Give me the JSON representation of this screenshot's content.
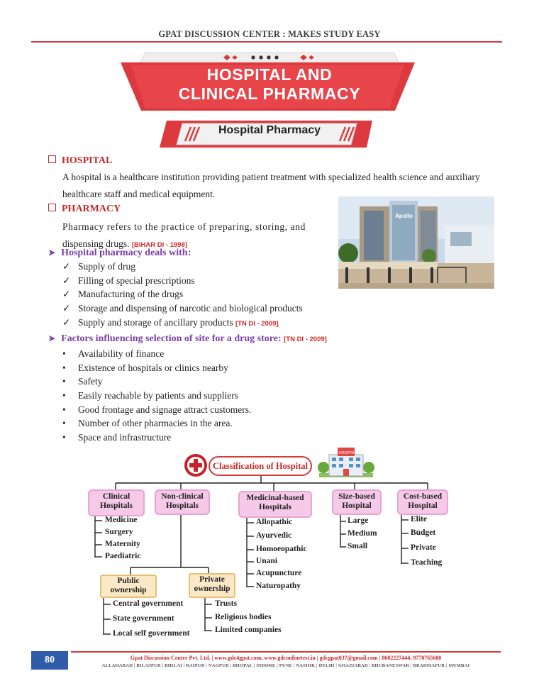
{
  "header": {
    "title": "GPAT DISCUSSION CENTER : MAKES STUDY EASY"
  },
  "banner": {
    "line1": "HOSPITAL AND",
    "line2": "CLINICAL PHARMACY",
    "subtitle": "Hospital Pharmacy"
  },
  "colors": {
    "accent_red": "#d33b3b",
    "purple": "#7b3fa6",
    "pink_box": "#f6c9e8",
    "cream_box": "#fbe8c7",
    "page_badge": "#2e5ca8"
  },
  "hospital": {
    "heading": "HOSPITAL",
    "text_line1": "A hospital is a healthcare institution providing patient treatment with specialized health science and auxiliary",
    "text_line2": "healthcare staff and medical equipment."
  },
  "pharmacy": {
    "heading": "PHARMACY",
    "text_line1": "Pharmacy refers to the practice of preparing, storing, and",
    "text_line2": "dispensing drugs.",
    "ref": "[BIHAR DI - 1998]"
  },
  "deals": {
    "heading": "Hospital pharmacy deals with:",
    "items": [
      "Supply of drug",
      "Filling of special prescriptions",
      "Manufacturing of the drugs",
      "Storage and dispensing of narcotic and biological products",
      "Supply and storage of ancillary products"
    ],
    "last_ref": "[TN DI - 2009]"
  },
  "factors": {
    "heading": "Factors influencing selection of site for a drug store:",
    "ref": "[TN DI - 2009]",
    "items": [
      "Availability of finance",
      "Existence of hospitals or clinics nearby",
      "Safety",
      "Easily reachable by patients and suppliers",
      "Good frontage and signage attract customers.",
      "Number of other pharmacies in the area.",
      "Space and infrastructure"
    ]
  },
  "building_sign": "Apollo",
  "tree": {
    "root": "Classification of Hospital",
    "hospital_sign": "HOSPITAL",
    "clinical": {
      "label": "Clinical Hospitals",
      "items": [
        "Medicine",
        "Surgery",
        "Maternity",
        "Paediatric"
      ]
    },
    "nonclinical": {
      "label": "Non-clinical Hospitals"
    },
    "medicinal": {
      "label": "Medicinal-based Hospitals",
      "items": [
        "Allopathic",
        "Ayurvedic",
        "Homoeopathic",
        "Unani",
        "Acupuncture",
        "Naturopathy"
      ]
    },
    "size": {
      "label": "Size-based Hospital",
      "items": [
        "Large",
        "Medium",
        "Small"
      ]
    },
    "cost": {
      "label": "Cost-based Hospital",
      "items": [
        "Elite",
        "Budget",
        "Private",
        "Teaching"
      ]
    },
    "public": {
      "label": "Public ownership",
      "items": [
        "Central government",
        "State government",
        "Local self government"
      ]
    },
    "private": {
      "label": "Private ownership",
      "items": [
        "Trusts",
        "Religious bodies",
        "Limited companies"
      ]
    }
  },
  "footer": {
    "page_number": "80",
    "line1": "Gpat Discussion Center Pvt. Ltd. | www.gdc4gpat.com, www.gdconlinetest.in | gdcgpat037@gmail.com | 8602227444, 9770765680",
    "line2": "ALLAHABAD | BILASPUR | BHILAI | RAIPUR | NAGPUR | BHOPAL | INDORE | PUNE | NASHIK | DELHI | GHAZIABAD | BHUBANESWAR | BRAHMAPUR | MUMBAI"
  }
}
